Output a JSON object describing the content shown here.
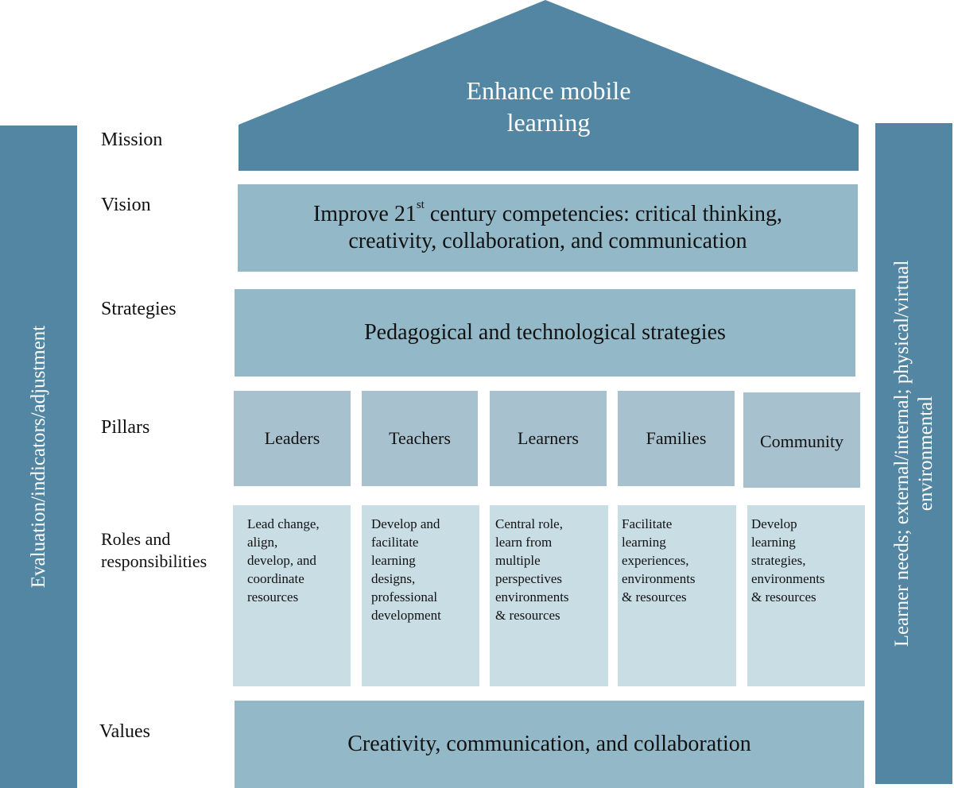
{
  "side": {
    "left": "Evaluation/indicators/adjustment",
    "right_line1": "Learner needs; external/internal; physical/virtual",
    "right_line2": "environmental"
  },
  "labels": {
    "mission": "Mission",
    "vision": "Vision",
    "strategies": "Strategies",
    "pillars": "Pillars",
    "roles_line1": "Roles and",
    "roles_line2": "responsibilities",
    "values": "Values"
  },
  "mission": {
    "line1": "Enhance mobile",
    "line2": "learning"
  },
  "vision": {
    "pre": "Improve 21",
    "sup": "st",
    "post": " century competencies: critical thinking,",
    "line2": "creativity, collaboration, and communication"
  },
  "strategies": "Pedagogical and technological strategies",
  "pillars": [
    {
      "name": "Leaders",
      "role": "Lead change,\nalign,\ndevelop,  and\ncoordinate\nresources"
    },
    {
      "name": "Teachers",
      "role": "Develop and\nfacilitate\nlearning\ndesigns,\nprofessional\ndevelopment"
    },
    {
      "name": "Learners",
      "role": "Central role,\nlearn from\nmultiple\nperspectives\nenvironments\n& resources"
    },
    {
      "name": "Families",
      "role": "Facilitate\nlearning\nexperiences,\nenvironments\n& resources"
    },
    {
      "name": "Community",
      "role": "Develop\nlearning\nstrategies,\nenvironments\n& resources"
    }
  ],
  "values": "Creativity, communication, and collaboration",
  "colors": {
    "dark": "#5286a2",
    "band": "#93b9c8",
    "pillar": "#a7c1ce",
    "role": "#c9dde5"
  }
}
